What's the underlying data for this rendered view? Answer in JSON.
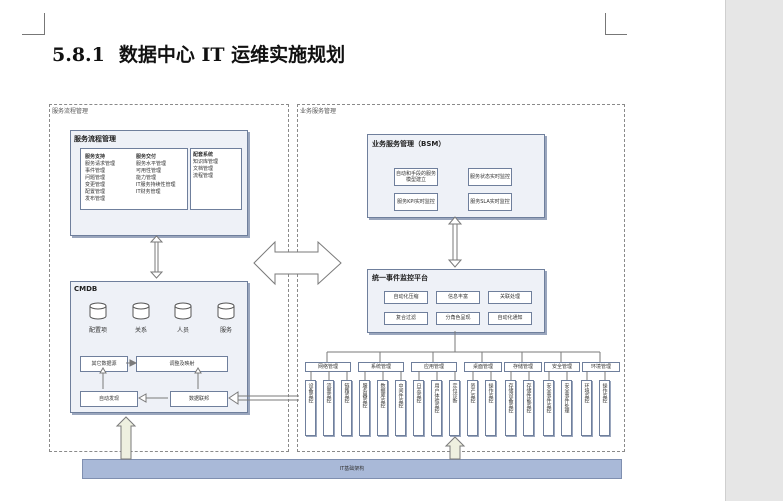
{
  "heading": {
    "number": "5.8.1",
    "text": "数据中心 IT 运维实施规划"
  },
  "left_area_label": "服务流程管理",
  "right_area_label": "业务服务管理",
  "service_process": {
    "title": "服务流程管理",
    "col1_head": "服务支持",
    "col1_items": [
      "服务请求管理",
      "事件管理",
      "问题管理",
      "变更管理",
      "配置管理",
      "发布管理"
    ],
    "col2_head": "服务交付",
    "col2_items": [
      "服务水平管理",
      "可用性管理",
      "能力管理",
      "IT服务持续性管理",
      "IT财务管理"
    ],
    "col3_head": "配套系统",
    "col3_items": [
      "知识库管理",
      "文档管理",
      "流程管理"
    ]
  },
  "cmdb": {
    "title": "CMDB",
    "cylinders": [
      "配置项",
      "关系",
      "人员",
      "服务"
    ],
    "other_data": "其它数据源",
    "coordination": "调整及映射",
    "auto_discovery": "自动发现",
    "data_linkage": "数据联邦"
  },
  "bsm": {
    "title": "业务服务管理（BSM）",
    "items": [
      "自动和手段的服务模型建立",
      "服务状态实时监控",
      "服务KPI实时监控",
      "服务SLA实时监控"
    ]
  },
  "event_platform": {
    "title": "统一事件监控平台",
    "items": [
      "自动化压缩",
      "信息丰富",
      "关联处理",
      "复合过滤",
      "分角色呈现",
      "自动化通知"
    ]
  },
  "categories": [
    "网络管理",
    "系统管理",
    "应用管理",
    "桌面管理",
    "存储管理",
    "安全管理",
    "环境管理"
  ],
  "monitors": [
    "设备监控",
    "流量监控",
    "链路监控",
    "服务器监控",
    "数据库监控",
    "中间件监控",
    "日志监控",
    "用户体验监控",
    "定位诊断",
    "资产监控",
    "操作监控",
    "存储设备监控",
    "存储性能监控",
    "安全事件监控",
    "安全事件处理",
    "环境监控",
    "操作监控"
  ],
  "infrastructure": "IT基础架构"
}
